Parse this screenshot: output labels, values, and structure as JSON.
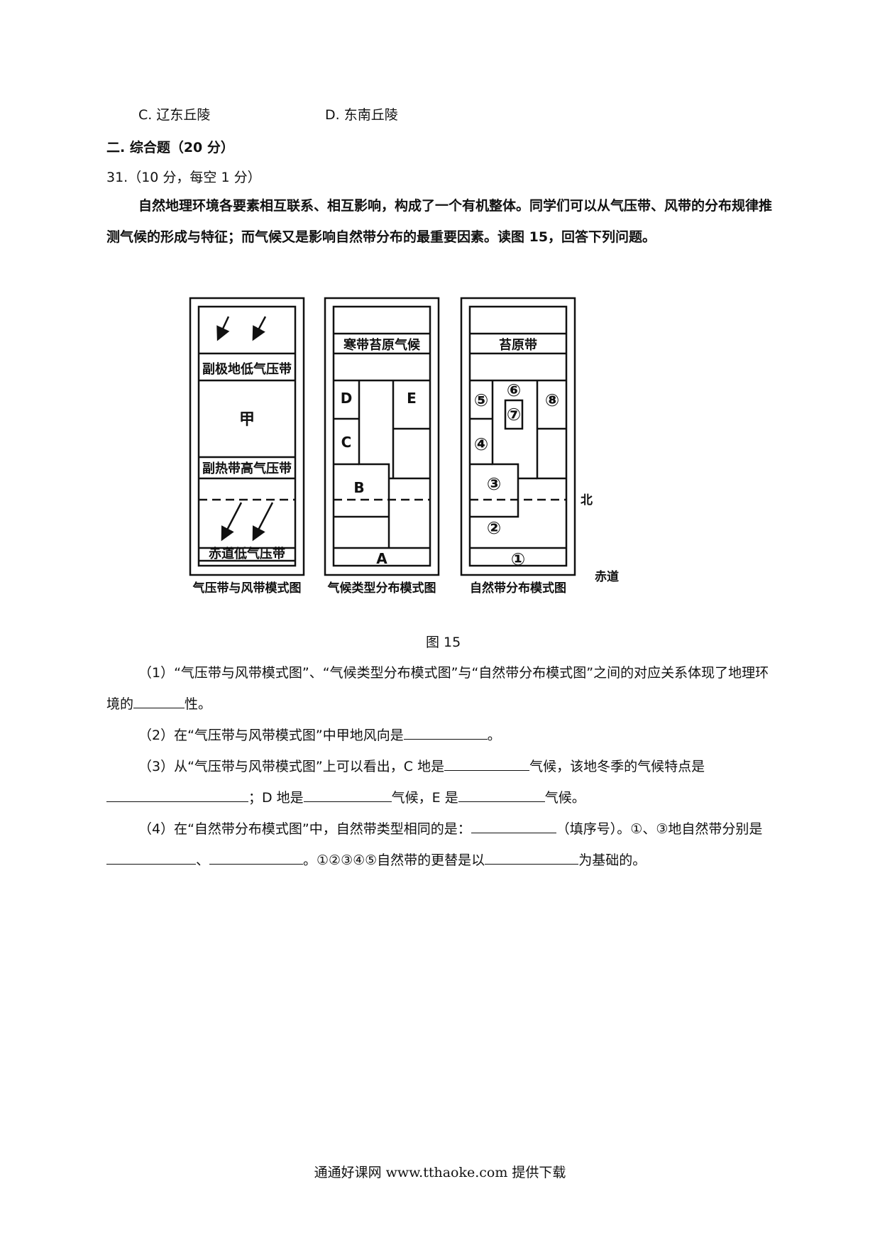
{
  "options": {
    "c": "C. 辽东丘陵",
    "d": "D. 东南丘陵"
  },
  "section_title": "二. 综合题（20 分）",
  "question": {
    "number": "31.（10 分，每空 1 分）",
    "intro": "自然地理环境各要素相互联系、相互影响，构成了一个有机整体。同学们可以从气压带、风带的分布规律推测气候的形成与特征；而气候又是影响自然带分布的最重要因素。读图 15，回答下列问题。"
  },
  "figure": {
    "caption": "图 15",
    "panel1": {
      "label_top": "副极地低气压带",
      "label_mid": "甲",
      "label_low": "副热带高气压带",
      "label_bottom": "赤道低气压带",
      "title": "气压带与风带模式图"
    },
    "panel2": {
      "label_top": "寒带苔原气候",
      "D": "D",
      "C": "C",
      "E": "E",
      "B": "B",
      "A": "A",
      "title": "气候类型分布模式图"
    },
    "panel3": {
      "label_top": "苔原带",
      "n1": "①",
      "n2": "②",
      "n3": "③",
      "n4": "④",
      "n5": "⑤",
      "n6": "⑥",
      "n7": "⑦",
      "n8": "⑧",
      "title": "自然带分布模式图"
    },
    "side_north": "北",
    "side_equator": "赤道"
  },
  "sub_questions": {
    "q1a": "（1）“气压带与风带模式图”、“气候类型分布模式图”与“自然带分布模式图”之间的对应关系体现了地理环境的",
    "q1b": "性。",
    "q2a": "（2）在“气压带与风带模式图”中甲地风向是",
    "q2b": "。",
    "q3a": "（3）从“气压带与风带模式图”上可以看出，C 地是",
    "q3b": "气候，该地冬季的气候特点是",
    "q3c": "；D 地是",
    "q3d": "气候，E 是",
    "q3e": "气候。",
    "q4a": "（4）在“自然带分布模式图”中，自然带类型相同的是：",
    "q4b": "（填序号）。①、③地自然带分别是",
    "q4c": "、",
    "q4d": "。①②③④⑤自然带的更替是以",
    "q4e": "为基础的。"
  },
  "footer": "通通好课网  www.tthaoke.com  提供下载"
}
